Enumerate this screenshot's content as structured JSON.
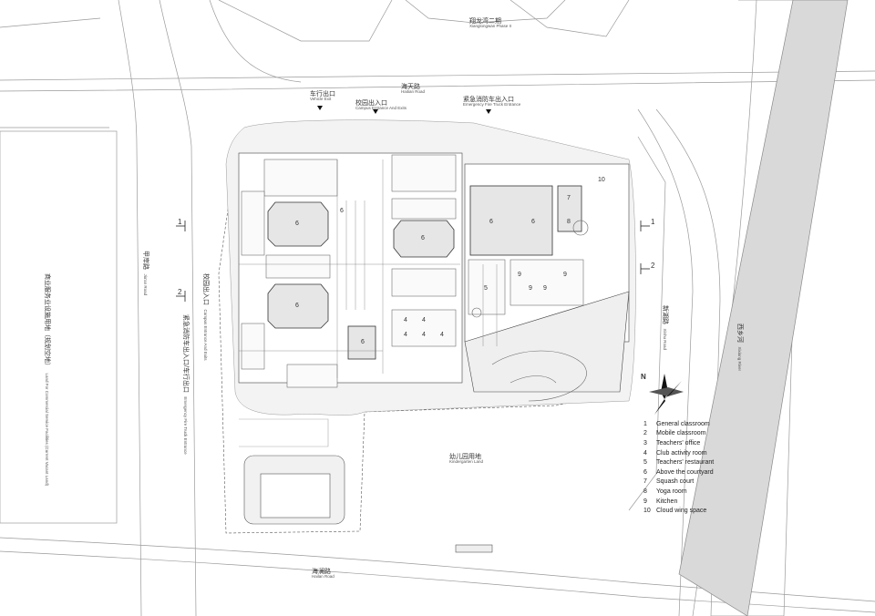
{
  "roads": {
    "top_phase": {
      "cn": "翔龙湾二期",
      "en": "Xianglongwan Phase II"
    },
    "haitian": {
      "cn": "海天路",
      "en": "Haitian Road"
    },
    "jiaxin": {
      "cn": "甲岸路",
      "en": "Jia'an Road"
    },
    "xinhu": {
      "cn": "新湖路",
      "en": "Xinhu Road"
    },
    "xixiang": {
      "cn": "西乡河",
      "en": "Xixiang River"
    },
    "hailan": {
      "cn": "海澜路",
      "en": "Hailan Road"
    }
  },
  "entrances": {
    "vehicle_exit": {
      "cn": "车行出口",
      "en": "Vehicle Exit"
    },
    "campus_top": {
      "cn": "校园出入口",
      "en": "Campus Entrance And Exits"
    },
    "fire_top": {
      "cn": "紧急消防车出入口",
      "en": "Emergency Fire Truck Entrance"
    },
    "campus_left": {
      "cn": "校园出入口",
      "en": "Campus Entrance And Exits"
    },
    "fire_left": {
      "cn": "紧急消防车出入口/车行出口",
      "en": "Emergency Fire Truck Entrance"
    }
  },
  "lands": {
    "left_land": {
      "cn": "商业服务业设施用地（规划空地）",
      "en": "Land For Commercial Service Facilities (Current Vacant Land)"
    },
    "kindergarten": {
      "cn": "幼儿园用地",
      "en": "Kindergarten Land"
    }
  },
  "section_marks": [
    "1",
    "1",
    "2",
    "2"
  ],
  "room_numbers": [
    "6",
    "6",
    "6",
    "6",
    "6",
    "6",
    "6",
    "7",
    "8",
    "9",
    "9",
    "9",
    "9",
    "10",
    "4",
    "4",
    "4",
    "4",
    "4",
    "5"
  ],
  "legend": [
    {
      "num": "1",
      "label": "General classroom"
    },
    {
      "num": "2",
      "label": "Mobile classroom"
    },
    {
      "num": "3",
      "label": "Teachers' office"
    },
    {
      "num": "4",
      "label": "Club activity room"
    },
    {
      "num": "5",
      "label": "Teachers' restaurant"
    },
    {
      "num": "6",
      "label": "Above the courtyard"
    },
    {
      "num": "7",
      "label": "Squash court"
    },
    {
      "num": "8",
      "label": "Yoga room"
    },
    {
      "num": "9",
      "label": "Kitchen"
    },
    {
      "num": "10",
      "label": "Cloud wing space"
    }
  ],
  "north_label": "N",
  "colors": {
    "line": "#8a8a8a",
    "light": "#bdbdbd",
    "dark": "#111111",
    "river": "#d9d9d9"
  }
}
